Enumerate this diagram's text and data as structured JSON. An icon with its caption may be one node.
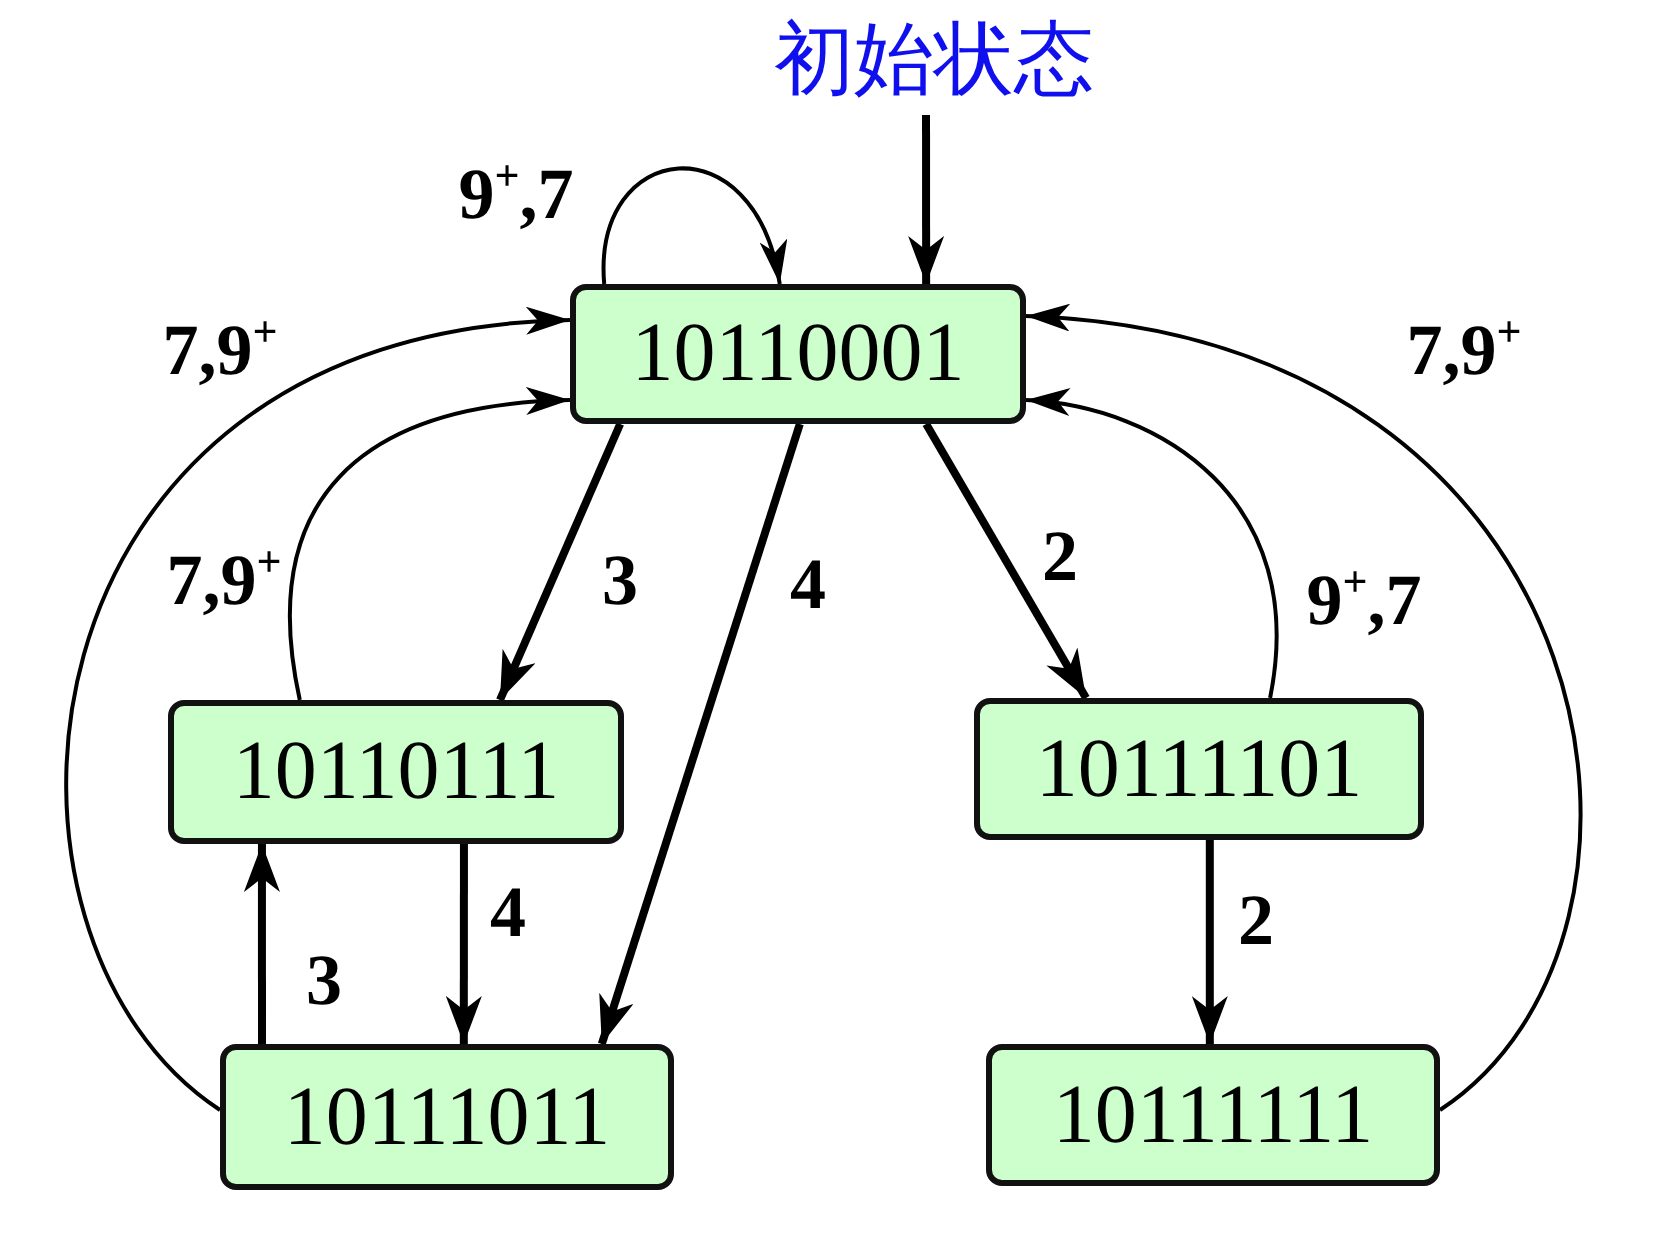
{
  "diagram": {
    "nodes": [
      {
        "text": [
          "初始状态"
        ]
      },
      {
        "text": [
          "10110001"
        ]
      },
      {
        "text": [
          "10110111"
        ]
      },
      {
        "text": [
          "10111101"
        ]
      },
      {
        "text": [
          "10111011"
        ]
      },
      {
        "text": [
          "10111111"
        ]
      }
    ],
    "edges": [
      {
        "from": 0,
        "to": 1,
        "arrow": "to"
      },
      {
        "from": 1,
        "to": 1,
        "arrow": "to",
        "label": "9$^{+}$,7"
      },
      {
        "from": 4,
        "to": 1,
        "arrow": "to",
        "label": "7,9$^{+}$"
      },
      {
        "from": 2,
        "to": 1,
        "arrow": "to",
        "label": "7,9$^{+}$"
      },
      {
        "from": 1,
        "to": 2,
        "arrow": "to",
        "label": "3"
      },
      {
        "from": 1,
        "to": 4,
        "arrow": "to",
        "label": "4"
      },
      {
        "from": 1,
        "to": 3,
        "arrow": "to",
        "label": "2"
      },
      {
        "from": 3,
        "to": 1,
        "arrow": "to",
        "label": "9$^{+}$,7"
      },
      {
        "from": 5,
        "to": 1,
        "arrow": "to",
        "label": "7,9$^{+}$"
      },
      {
        "from": 4,
        "to": 2,
        "arrow": "to",
        "label": "3"
      },
      {
        "from": 2,
        "to": 4,
        "arrow": "to",
        "label": "4"
      },
      {
        "from": 3,
        "to": 5,
        "arrow": "to",
        "label": "2"
      }
    ]
  }
}
